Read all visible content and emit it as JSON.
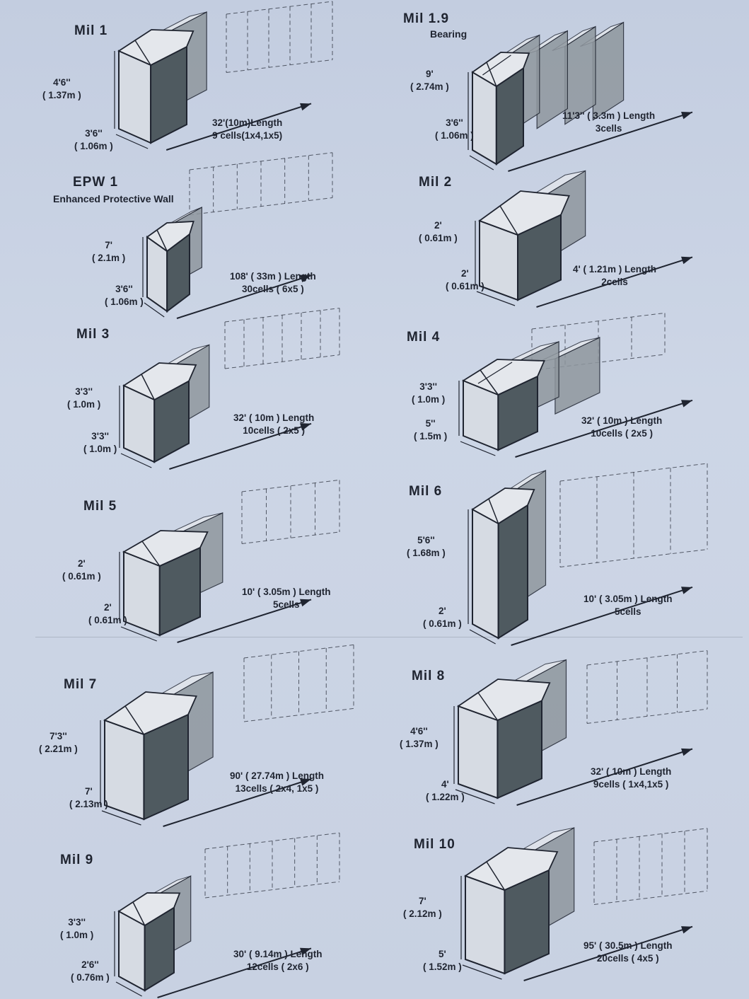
{
  "colors": {
    "background": "#c9d3e2",
    "front_face": "#d6dbe3",
    "dark_face": "#4f5a60",
    "top_face": "#e4e7ec",
    "rear_cell": "#8f979e",
    "outline": "#1f2430"
  },
  "specs": [
    {
      "id": "mil1",
      "title": "Mil 1",
      "subtitle": "",
      "height": "4'6''",
      "height_m": "( 1.37m )",
      "width": "3'6''",
      "width_m": "( 1.06m )",
      "length": "32'(10m)Length",
      "cells": "9 cells(1x4,1x5)",
      "shape": "hex"
    },
    {
      "id": "mil19",
      "title": "Mil 1.9",
      "subtitle": "Bearing",
      "height": "9'",
      "height_m": "( 2.74m )",
      "width": "3'6''",
      "width_m": "( 1.06m )",
      "length": "11'3'' ( 3.3m ) Length",
      "cells": "3cells",
      "shape": "bearing"
    },
    {
      "id": "epw1",
      "title": "EPW 1",
      "subtitle": "Enhanced Protective Wall",
      "height": "7'",
      "height_m": "( 2.1m )",
      "width": "3'6''",
      "width_m": "( 1.06m )",
      "length": "108' ( 33m ) Length",
      "cells": "30cells ( 6x5 )",
      "shape": "small"
    },
    {
      "id": "mil2",
      "title": "Mil 2",
      "subtitle": "",
      "height": "2'",
      "height_m": "( 0.61m )",
      "width": "2'",
      "width_m": "( 0.61m )",
      "length": "4' ( 1.21m ) Length",
      "cells": "2cells",
      "shape": "box"
    },
    {
      "id": "mil3",
      "title": "Mil 3",
      "subtitle": "",
      "height": "3'3''",
      "height_m": "( 1.0m )",
      "width": "3'3''",
      "width_m": "( 1.0m )",
      "length": "32' ( 10m ) Length",
      "cells": "10cells ( 2x5 )",
      "shape": "box"
    },
    {
      "id": "mil4",
      "title": "Mil 4",
      "subtitle": "",
      "height": "3'3''",
      "height_m": "( 1.0m )",
      "width": "5''",
      "width_m": "( 1.5m )",
      "length": "32' ( 10m ) Length",
      "cells": "10cells ( 2x5 )",
      "shape": "wide"
    },
    {
      "id": "mil5",
      "title": "Mil 5",
      "subtitle": "",
      "height": "2'",
      "height_m": "( 0.61m )",
      "width": "2'",
      "width_m": "( 0.61m )",
      "length": "10' ( 3.05m ) Length",
      "cells": "5cells",
      "shape": "box"
    },
    {
      "id": "mil6",
      "title": "Mil 6",
      "subtitle": "",
      "height": "5'6''",
      "height_m": "( 1.68m )",
      "width": "2'",
      "width_m": "( 0.61m )",
      "length": "10' ( 3.05m ) Length",
      "cells": "5cells",
      "shape": "tall"
    },
    {
      "id": "mil7",
      "title": "Mil 7",
      "subtitle": "",
      "height": "7'3''",
      "height_m": "( 2.21m )",
      "width": "7'",
      "width_m": "( 2.13m )",
      "length": "90' ( 27.74m ) Length",
      "cells": "13cells ( 2x4, 1x5 )",
      "shape": "hex"
    },
    {
      "id": "mil8",
      "title": "Mil 8",
      "subtitle": "",
      "height": "4'6''",
      "height_m": "( 1.37m )",
      "width": "4'",
      "width_m": "( 1.22m )",
      "length": "32' ( 10m ) Length",
      "cells": "9cells ( 1x4,1x5 )",
      "shape": "hex"
    },
    {
      "id": "mil9",
      "title": "Mil 9",
      "subtitle": "",
      "height": "3'3''",
      "height_m": "( 1.0m )",
      "width": "2'6''",
      "width_m": "( 0.76m )",
      "length": "30' ( 9.14m ) Length",
      "cells": "12cells ( 2x6 )",
      "shape": "box"
    },
    {
      "id": "mil10",
      "title": "Mil 10",
      "subtitle": "",
      "height": "7'",
      "height_m": "( 2.12m )",
      "width": "5'",
      "width_m": "( 1.52m )",
      "length": "95' ( 30.5m ) Length",
      "cells": "20cells ( 4x5 )",
      "shape": "hex"
    }
  ]
}
